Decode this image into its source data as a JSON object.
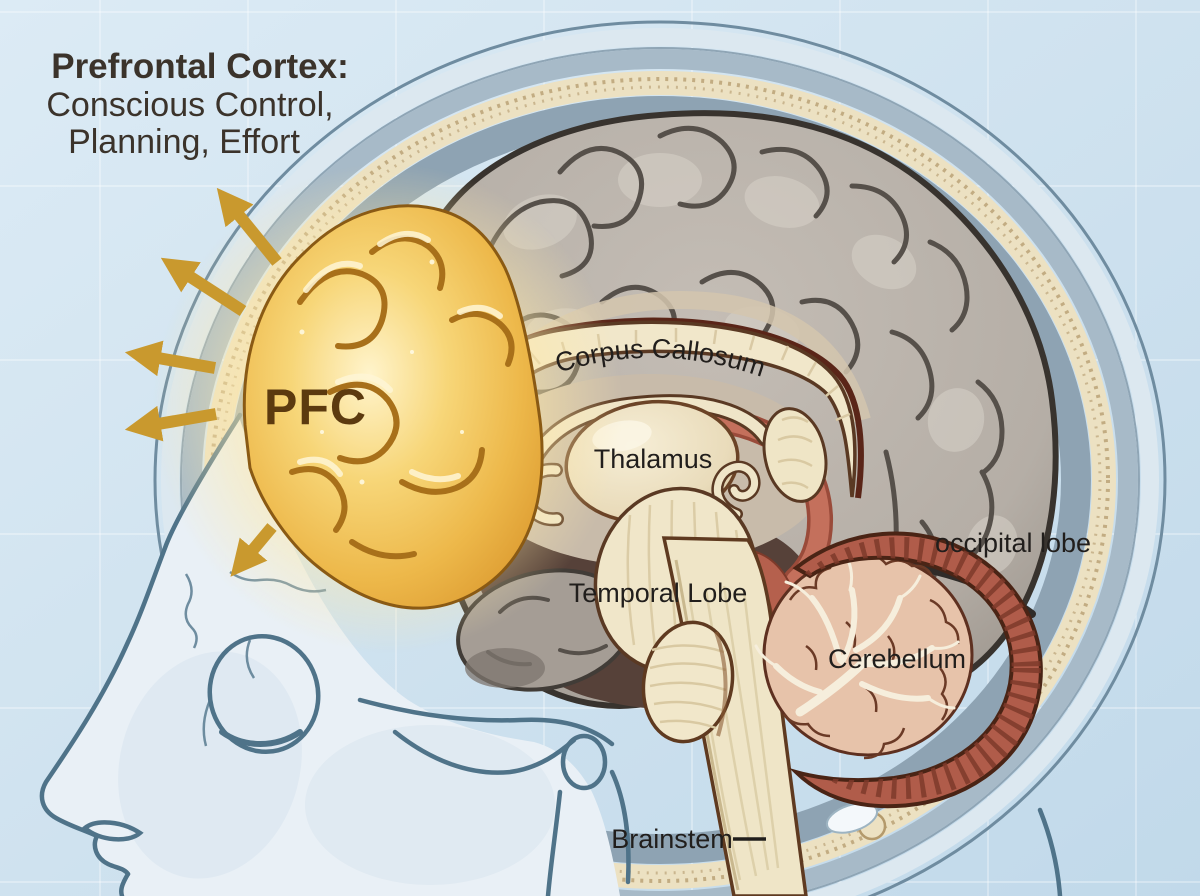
{
  "title": {
    "line1": "Prefrontal Cortex:",
    "line2": "Conscious Control,",
    "line3": "Planning, Effort"
  },
  "labels": {
    "pfc": "PFC",
    "corpus_callosum": "Corpus Callosum",
    "thalamus": "Thalamus",
    "temporal_lobe": "Temporal Lobe",
    "occipital_lobe": "occipital lobe",
    "cerebellum": "Cerebellum",
    "brainstem": "Brainstem"
  },
  "colors": {
    "background": "#cfe2ef",
    "pfc_gold": "#f3c964",
    "pfc_glow": "#ffe9a8",
    "arrow_gold": "#c9992e",
    "brain_gray": "#b5aea6",
    "cream_structure": "#f0e6c9",
    "salmon": "#c4705c",
    "cerebellum_red": "#b05c4a",
    "cerebellum_pink": "#e7c3aa",
    "skull_bone": "#ece1c2",
    "face_line_blue": "#4f7389",
    "label_text": "#211e1c",
    "title_text": "#3b332b"
  },
  "figure": {
    "type": "anatomical-illustration",
    "subject": "Sagittal brain cross-section inside head profile",
    "highlighted_region": "Prefrontal cortex glowing gold",
    "outward_arrow_count": 5
  }
}
